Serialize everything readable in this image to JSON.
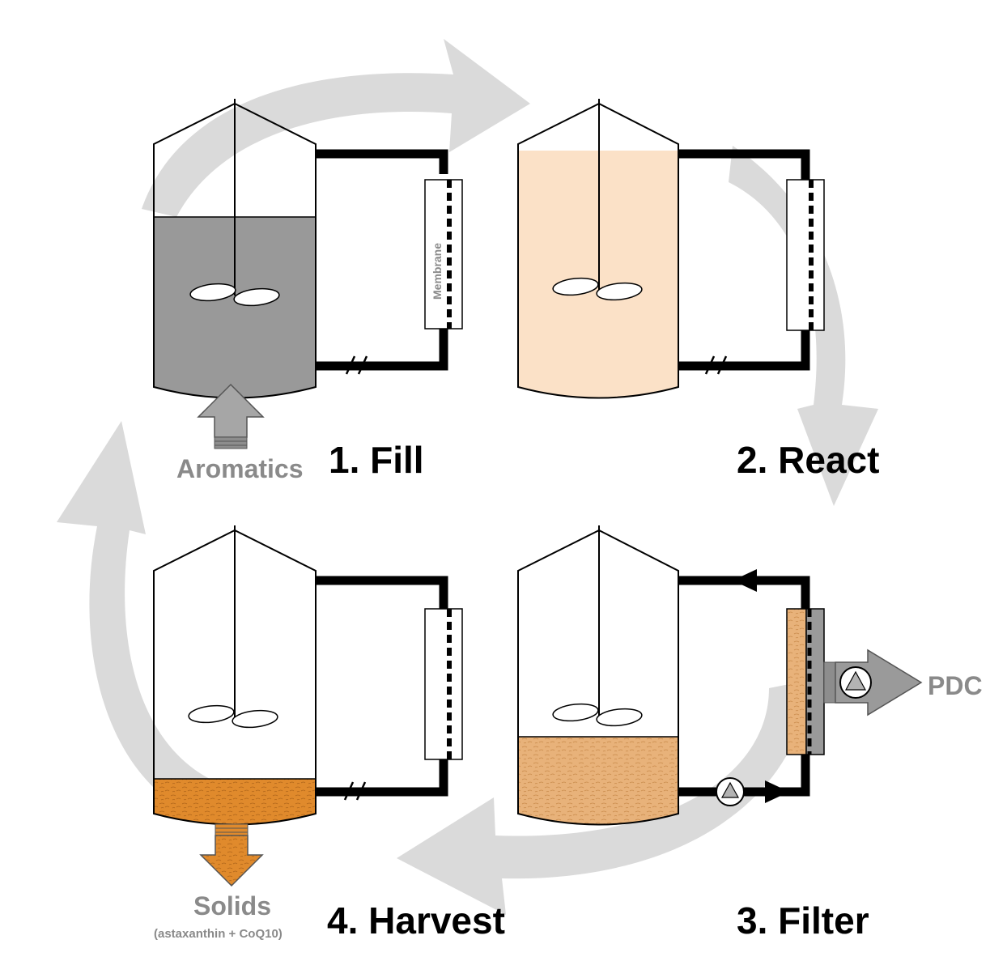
{
  "steps": [
    {
      "id": "fill",
      "label": "1. Fill",
      "contents": "gray liquid"
    },
    {
      "id": "react",
      "label": "2. React",
      "contents": "pale orange culture"
    },
    {
      "id": "filter",
      "label": "3. Filter",
      "contents": "settled orange solids"
    },
    {
      "id": "harvest",
      "label": "4. Harvest",
      "contents": "orange solids at bottom"
    }
  ],
  "inputs": {
    "aromatics": "Aromatics"
  },
  "outputs": {
    "pdc": "PDC",
    "solids": "Solids",
    "solids_detail": "(astaxanthin + CoQ10)"
  },
  "membrane_label": "Membrane",
  "colors": {
    "cycle_arrow": "#dadada",
    "liquid_gray": "#999999",
    "culture": "#fbe1c7",
    "solids": "#e8b27a",
    "solids_dark": "#e08a2c",
    "pipe": "#000000",
    "io_arrow": "#9a9a9a"
  }
}
